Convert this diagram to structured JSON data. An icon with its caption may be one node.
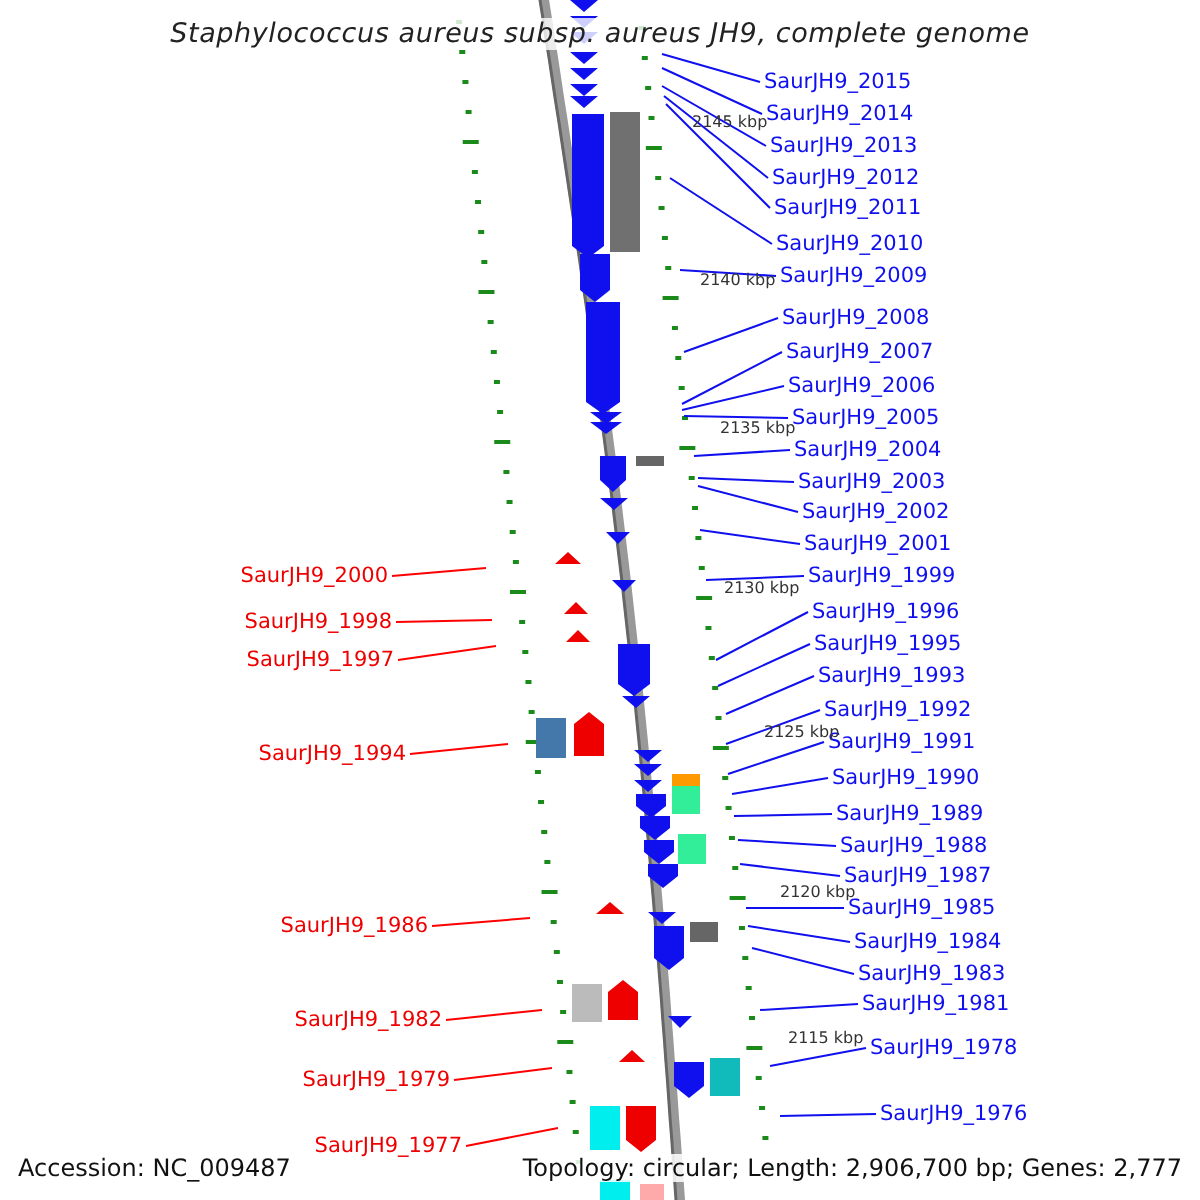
{
  "diagram": {
    "title": "Staphylococcus aureus subsp. aureus JH9, complete genome",
    "nodes": [
      {
        "text": [
          "SaurJH9_2015"
        ]
      },
      {
        "text": [
          "SaurJH9_2014"
        ]
      },
      {
        "text": [
          "SaurJH9_2013"
        ]
      },
      {
        "text": [
          "SaurJH9_2012"
        ]
      },
      {
        "text": [
          "SaurJH9_2011"
        ]
      },
      {
        "text": [
          "SaurJH9_2010"
        ]
      },
      {
        "text": [
          "SaurJH9_2009"
        ]
      },
      {
        "text": [
          "SaurJH9_2008"
        ]
      },
      {
        "text": [
          "SaurJH9_2007"
        ]
      },
      {
        "text": [
          "SaurJH9_2006"
        ]
      },
      {
        "text": [
          "SaurJH9_2005"
        ]
      },
      {
        "text": [
          "SaurJH9_2004"
        ]
      },
      {
        "text": [
          "SaurJH9_2003"
        ]
      },
      {
        "text": [
          "SaurJH9_2002"
        ]
      },
      {
        "text": [
          "SaurJH9_2001"
        ]
      },
      {
        "text": [
          "SaurJH9_1999"
        ]
      },
      {
        "text": [
          "SaurJH9_1996"
        ]
      },
      {
        "text": [
          "SaurJH9_1995"
        ]
      },
      {
        "text": [
          "SaurJH9_1993"
        ]
      },
      {
        "text": [
          "SaurJH9_1992"
        ]
      },
      {
        "text": [
          "SaurJH9_1991"
        ]
      },
      {
        "text": [
          "SaurJH9_1990"
        ]
      },
      {
        "text": [
          "SaurJH9_1989"
        ]
      },
      {
        "text": [
          "SaurJH9_1988"
        ]
      },
      {
        "text": [
          "SaurJH9_1987"
        ]
      },
      {
        "text": [
          "SaurJH9_1985"
        ]
      },
      {
        "text": [
          "SaurJH9_1984"
        ]
      },
      {
        "text": [
          "SaurJH9_1983"
        ]
      },
      {
        "text": [
          "SaurJH9_1981"
        ]
      },
      {
        "text": [
          "SaurJH9_1978"
        ]
      },
      {
        "text": [
          "SaurJH9_1976"
        ]
      },
      {
        "text": [
          "SaurJH9_2000"
        ]
      },
      {
        "text": [
          "SaurJH9_1998"
        ]
      },
      {
        "text": [
          "SaurJH9_1997"
        ]
      },
      {
        "text": [
          "SaurJH9_1994"
        ]
      },
      {
        "text": [
          "SaurJH9_1986"
        ]
      },
      {
        "text": [
          "SaurJH9_1982"
        ]
      },
      {
        "text": [
          "SaurJH9_1979"
        ]
      },
      {
        "text": [
          "SaurJH9_1977"
        ]
      }
    ],
    "edges": [
      {
        "from": 0,
        "to": null,
        "arrow": "none"
      },
      {
        "from": 1,
        "to": null,
        "arrow": "none"
      },
      {
        "from": 2,
        "to": null,
        "arrow": "none"
      },
      {
        "from": 3,
        "to": null,
        "arrow": "none"
      },
      {
        "from": 4,
        "to": null,
        "arrow": "none"
      },
      {
        "from": 5,
        "to": null,
        "arrow": "none"
      },
      {
        "from": 6,
        "to": null,
        "arrow": "none"
      },
      {
        "from": 7,
        "to": null,
        "arrow": "none"
      },
      {
        "from": 8,
        "to": null,
        "arrow": "none"
      },
      {
        "from": 9,
        "to": null,
        "arrow": "none"
      },
      {
        "from": 10,
        "to": null,
        "arrow": "none"
      },
      {
        "from": 11,
        "to": null,
        "arrow": "none"
      },
      {
        "from": 12,
        "to": null,
        "arrow": "none"
      },
      {
        "from": 13,
        "to": null,
        "arrow": "none"
      },
      {
        "from": 14,
        "to": null,
        "arrow": "none"
      },
      {
        "from": 15,
        "to": null,
        "arrow": "none"
      },
      {
        "from": 16,
        "to": null,
        "arrow": "none"
      },
      {
        "from": 17,
        "to": null,
        "arrow": "none"
      },
      {
        "from": 18,
        "to": null,
        "arrow": "none"
      },
      {
        "from": 19,
        "to": null,
        "arrow": "none"
      },
      {
        "from": 20,
        "to": null,
        "arrow": "none"
      },
      {
        "from": 21,
        "to": null,
        "arrow": "none"
      },
      {
        "from": 22,
        "to": null,
        "arrow": "none"
      },
      {
        "from": 23,
        "to": null,
        "arrow": "none"
      },
      {
        "from": 24,
        "to": null,
        "arrow": "none"
      },
      {
        "from": 25,
        "to": null,
        "arrow": "none"
      },
      {
        "from": 26,
        "to": null,
        "arrow": "none"
      },
      {
        "from": 27,
        "to": null,
        "arrow": "none"
      },
      {
        "from": 28,
        "to": null,
        "arrow": "none"
      },
      {
        "from": 29,
        "to": null,
        "arrow": "none"
      },
      {
        "from": 30,
        "to": null,
        "arrow": "none"
      },
      {
        "from": 31,
        "to": null,
        "arrow": "none",
        "color": "#ff0000"
      },
      {
        "from": 32,
        "to": null,
        "arrow": "none",
        "color": "#ff0000"
      },
      {
        "from": 33,
        "to": null,
        "arrow": "none",
        "color": "#ff0000"
      },
      {
        "from": 34,
        "to": null,
        "arrow": "none",
        "color": "#ff0000"
      },
      {
        "from": 35,
        "to": null,
        "arrow": "none",
        "color": "#ff0000"
      },
      {
        "from": 36,
        "to": null,
        "arrow": "none",
        "color": "#ff0000"
      },
      {
        "from": 37,
        "to": null,
        "arrow": "none",
        "color": "#ff0000"
      },
      {
        "from": 38,
        "to": null,
        "arrow": "none",
        "color": "#ff0000"
      }
    ],
    "labels": [
      "2145 kbp",
      "2140 kbp",
      "2135 kbp",
      "2130 kbp",
      "2125 kbp",
      "2120 kbp",
      "2115 kbp",
      "Accession: NC_009487",
      "Topology: circular; Length: 2,906,700 bp; Genes: 2,777"
    ]
  }
}
